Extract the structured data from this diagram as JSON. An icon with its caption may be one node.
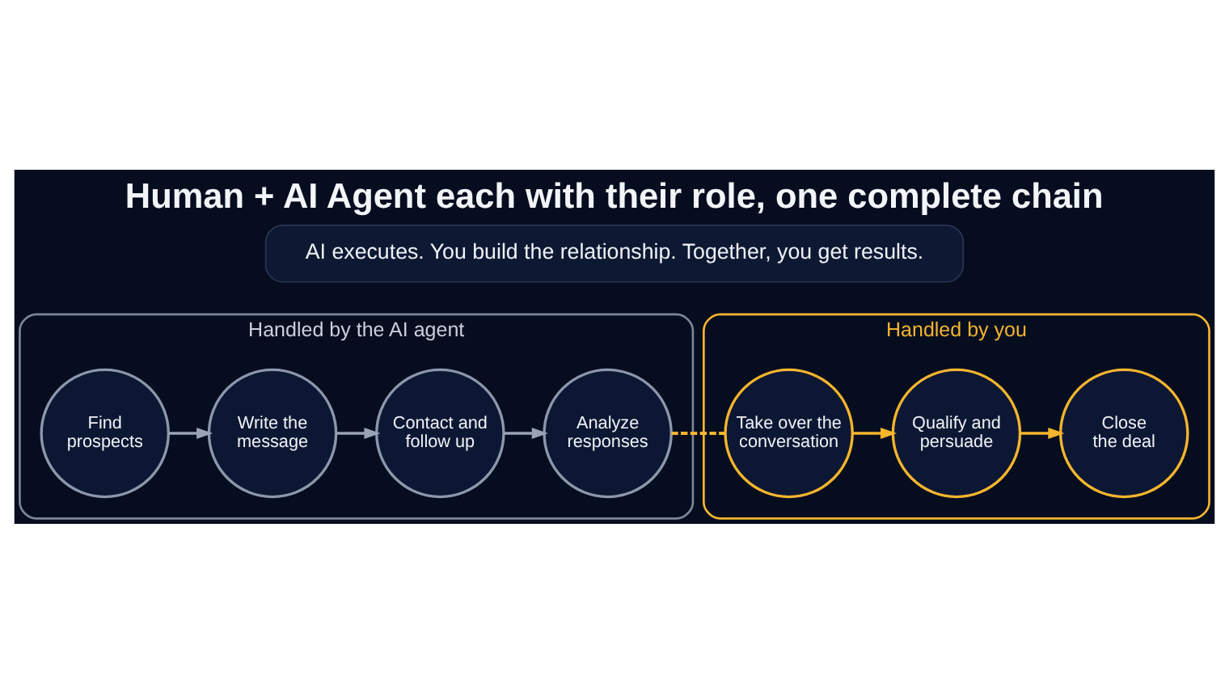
{
  "diagram": {
    "title": "Human + AI Agent each with their role, one complete chain",
    "nodes": [
      {
        "text": [
          "Handled by the AI agent"
        ]
      },
      {
        "text": [
          "Find prospects"
        ],
        "in": 0
      },
      {
        "text": [
          "Write the message"
        ],
        "in": 0
      },
      {
        "text": [
          "Contact and follow up"
        ],
        "in": 0
      },
      {
        "text": [
          "Analyze responses"
        ],
        "in": 0
      },
      {
        "text": [
          "Handled by you"
        ]
      },
      {
        "text": [
          "Take over the conversation"
        ],
        "in": 5
      },
      {
        "text": [
          "Qualify and persuade"
        ],
        "in": 5
      },
      {
        "text": [
          "Close the deal"
        ],
        "in": 5
      },
      {
        "text": [
          "AI executes. You build the relationship. Together, you get results."
        ]
      }
    ],
    "edges": [
      {
        "from": 1,
        "to": 2,
        "arrow": "to"
      },
      {
        "from": 2,
        "to": 3,
        "arrow": "to"
      },
      {
        "from": 3,
        "to": 4,
        "arrow": "to"
      },
      {
        "from": 4,
        "to": 6,
        "arrow": "none",
        "style": "dashed",
        "color": "#f5b52e"
      },
      {
        "from": 6,
        "to": 7,
        "arrow": "to",
        "color": "#f5b52e"
      },
      {
        "from": 7,
        "to": 8,
        "arrow": "to",
        "color": "#f5b52e"
      }
    ]
  }
}
